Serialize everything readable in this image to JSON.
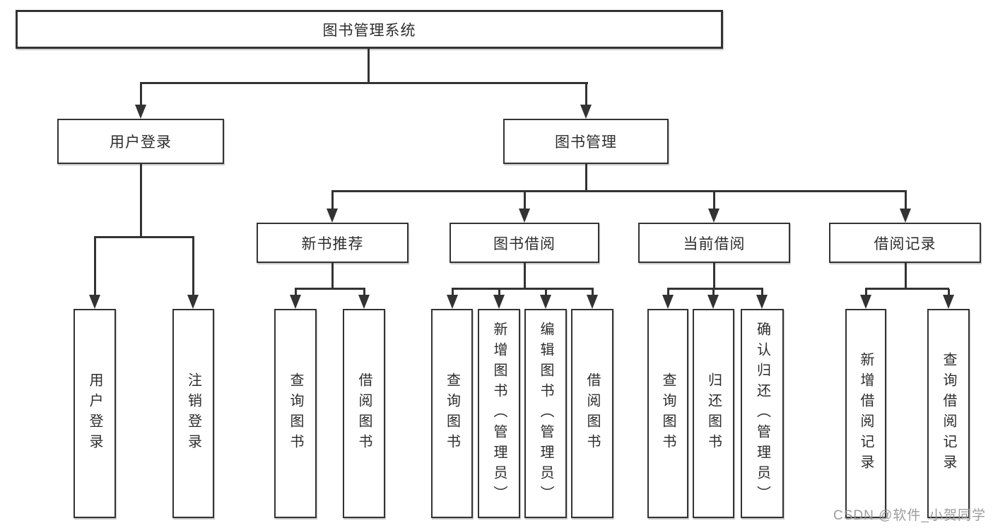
{
  "diagram": {
    "root": "图书管理系统",
    "level2": {
      "user_login": "用户登录",
      "book_mgmt": "图书管理"
    },
    "level3": {
      "new_book_rec": "新书推荐",
      "book_borrow": "图书借阅",
      "current_borrow": "当前借阅",
      "borrow_record": "借阅记录"
    },
    "leaves": {
      "user_login_children": {
        "login": "用户登录",
        "logout": "注销登录"
      },
      "new_book_rec_children": {
        "query_books": "查询图书",
        "borrow_books": "借阅图书"
      },
      "book_borrow_children": {
        "query_books": "查询图书",
        "add_books_admin": "新增图书（管理员）",
        "edit_books_admin": "编辑图书（管理员）",
        "borrow_books": "借阅图书"
      },
      "current_borrow_children": {
        "query_books": "查询图书",
        "return_books": "归还图书",
        "confirm_return_admin": "确认归还（管理员）"
      },
      "borrow_record_children": {
        "add_record": "新增借阅记录",
        "query_record": "查询借阅记录"
      }
    }
  },
  "watermark": "CSDN @软件_小贺同学",
  "colors": {
    "line": "#333333",
    "text": "#2d2d2d",
    "background": "#ffffff",
    "watermark": "#949494"
  }
}
